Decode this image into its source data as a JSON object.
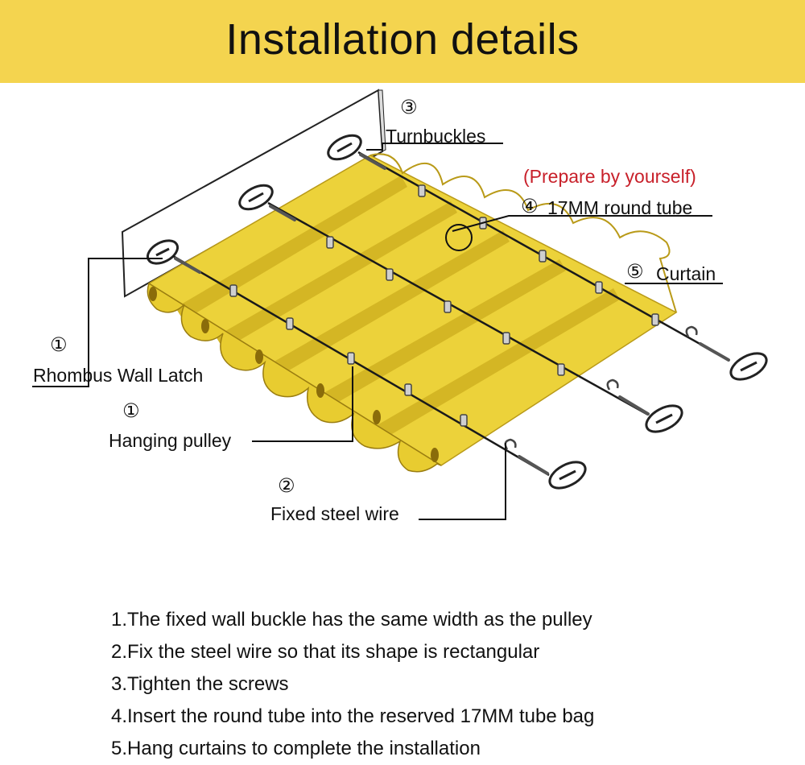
{
  "title": "Installation details",
  "colors": {
    "banner": "#f4d44f",
    "curtain": "#ecd23a",
    "curtain_shadow": "#c6a81d",
    "note": "#c8202a"
  },
  "callouts": {
    "rhombus_latch": {
      "num": "①",
      "label": "Rhombus Wall Latch"
    },
    "hanging_pulley": {
      "num": "①",
      "label": "Hanging pulley"
    },
    "fixed_wire": {
      "num": "②",
      "label": "Fixed steel wire"
    },
    "turnbuckles": {
      "num": "③",
      "label": "Turnbuckles"
    },
    "round_tube": {
      "num": "④",
      "label": "17MM round tube",
      "note": "(Prepare by yourself)"
    },
    "curtain": {
      "num": "⑤",
      "label": "Curtain"
    }
  },
  "steps": [
    "1.The fixed wall buckle has the same width as the pulley",
    "2.Fix the steel wire so that its shape is rectangular",
    "3.Tighten the screws",
    "4.Insert the round tube into the reserved 17MM tube bag",
    "5.Hang curtains to complete the installation"
  ]
}
